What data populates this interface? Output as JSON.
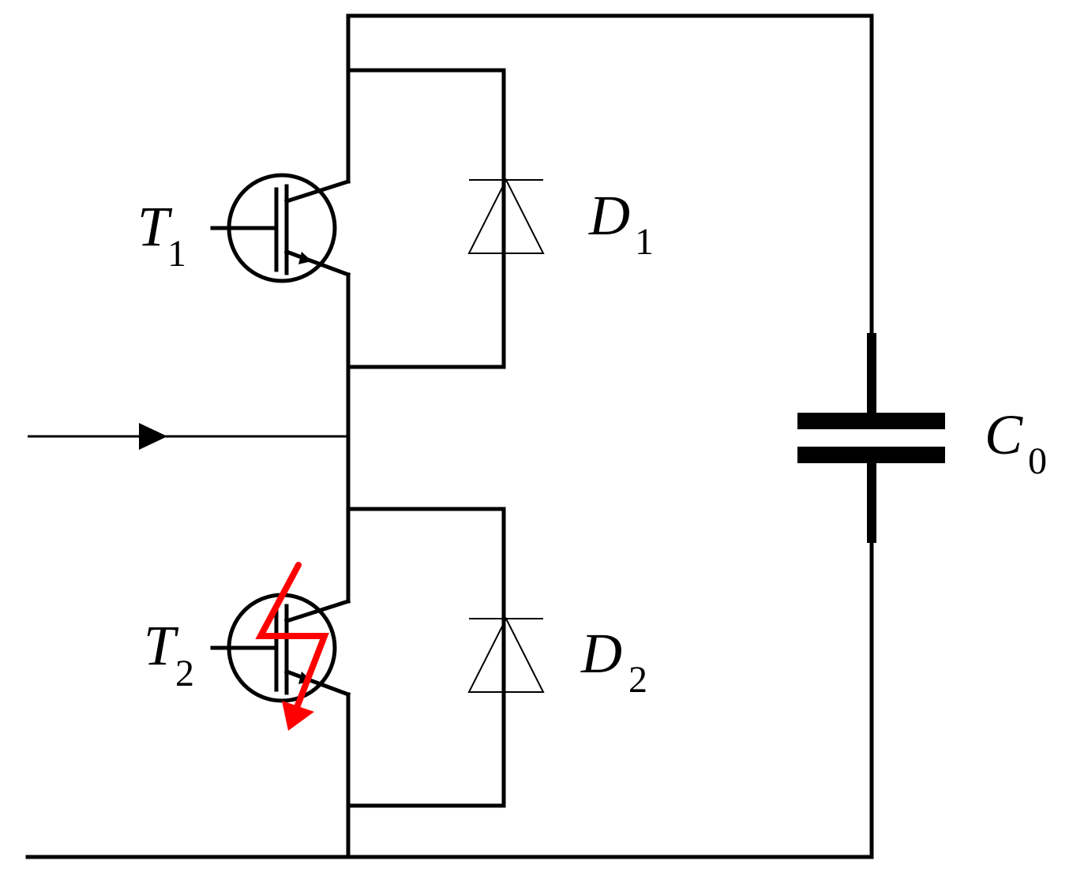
{
  "labels": {
    "t1": {
      "main": "T",
      "sub": "1"
    },
    "d1": {
      "main": "D",
      "sub": "1"
    },
    "t2": {
      "main": "T",
      "sub": "2"
    },
    "d2": {
      "main": "D",
      "sub": "2"
    },
    "c0": {
      "main": "C",
      "sub": "0"
    }
  },
  "colors": {
    "wire": "#000000",
    "fault": "#ff0000"
  },
  "icons": {
    "fault_marker": "lightning-bolt-icon",
    "current_direction": "arrow-right-icon"
  }
}
